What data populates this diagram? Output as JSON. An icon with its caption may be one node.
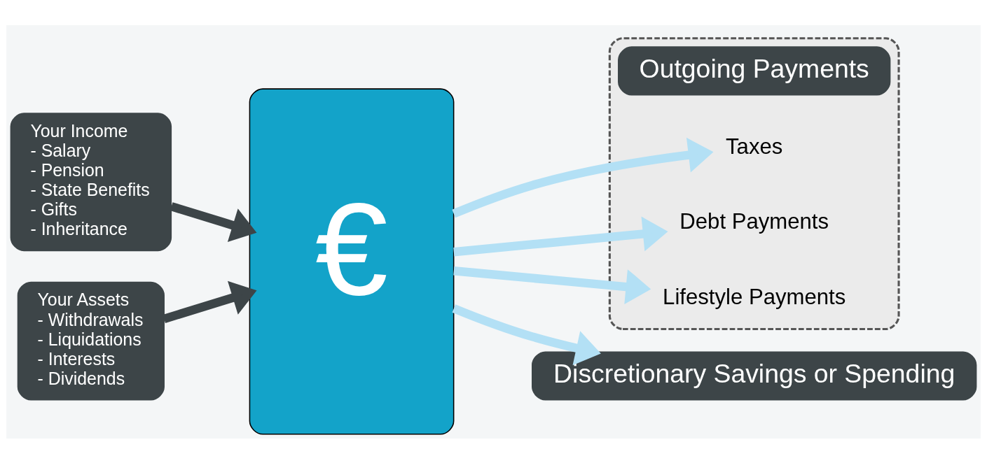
{
  "diagram": {
    "nodes": [
      {
        "text": [
          "Your Income",
          "- Salary",
          "- Pension",
          "- State Benefits",
          "- Gifts",
          "- Inheritance"
        ]
      },
      {
        "text": [
          "Your Assets",
          "- Withdrawals",
          "- Liquidations",
          "- Interests",
          "- Dividends"
        ]
      },
      {
        "text": [
          "€"
        ]
      },
      {
        "text": [],
        "shape": "box"
      },
      {
        "text": [
          "Outgoing Payments"
        ],
        "in": 3
      },
      {
        "text": [
          "Taxes"
        ],
        "in": 3
      },
      {
        "text": [
          "Debt Payments"
        ],
        "in": 3
      },
      {
        "text": [
          "Lifestyle Payments"
        ],
        "in": 3
      },
      {
        "text": [
          "Discretionary Savings or Spending"
        ]
      }
    ],
    "edges": [
      {
        "from": 0,
        "to": 2,
        "arrow": "to",
        "color": "#3d4548"
      },
      {
        "from": 1,
        "to": 2,
        "arrow": "to",
        "color": "#3d4548"
      },
      {
        "from": 2,
        "to": 5,
        "arrow": "to"
      },
      {
        "from": 2,
        "to": 6,
        "arrow": "to"
      },
      {
        "from": 2,
        "to": 7,
        "arrow": "to"
      },
      {
        "from": 2,
        "to": 8,
        "arrow": "to"
      }
    ]
  }
}
